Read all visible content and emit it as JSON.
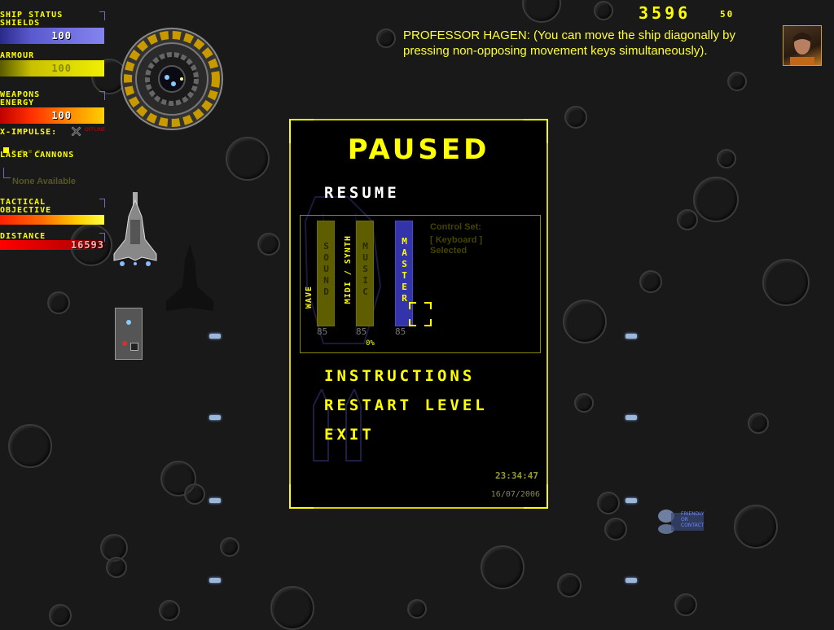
{
  "hud": {
    "ship_status_label": "SHIP STATUS",
    "shields_label": "SHIELDS",
    "shields_value": "100",
    "armour_label": "ARMOUR",
    "armour_value": "100",
    "weapons_label": "WEAPONS",
    "energy_label": "ENERGY",
    "energy_value": "100",
    "ximpulse_label": "X-IMPULSE:",
    "ximpulse_state": "OFFLINE",
    "laser_label": "LASER CANNONS",
    "laser_value": "None Available",
    "tactical_label": "TACTICAL",
    "objective_label": "OBJECTIVE",
    "distance_label": "DISTANCE",
    "distance_value": "16593",
    "colors": {
      "shields": "#6a6ae8",
      "armour": "#d8d000",
      "energy": "#ff5500",
      "hud_text": "#ffff00"
    }
  },
  "score": {
    "value": "3596",
    "sub": "50"
  },
  "dialog": {
    "text": "PROFESSOR HAGEN: (You can move the ship diagonally by pressing non-opposing movement keys simultaneously).",
    "portrait_icon": "professor-hagen-portrait"
  },
  "pause_menu": {
    "title": "PAUSED",
    "resume": "RESUME",
    "instructions": "INSTRUCTIONS",
    "restart": "RESTART LEVEL",
    "exit": "EXIT",
    "audio": {
      "wave_label": "WAVE",
      "midi_label": "MIDI / SYNTH",
      "sound_label": "SOUND",
      "music_label": "MUSIC",
      "master_label": "MASTER",
      "sound_value": "85",
      "music_value": "85",
      "master_value": "85",
      "percent_label": "0%"
    },
    "control_set_label": "Control Set:",
    "control_set_value": "[ Keyboard ]",
    "control_set_status": "Selected",
    "time": "23:34:47",
    "date": "16/07/2006"
  },
  "friendly_label": "FRIENDLY\nOR\nCONTACT"
}
